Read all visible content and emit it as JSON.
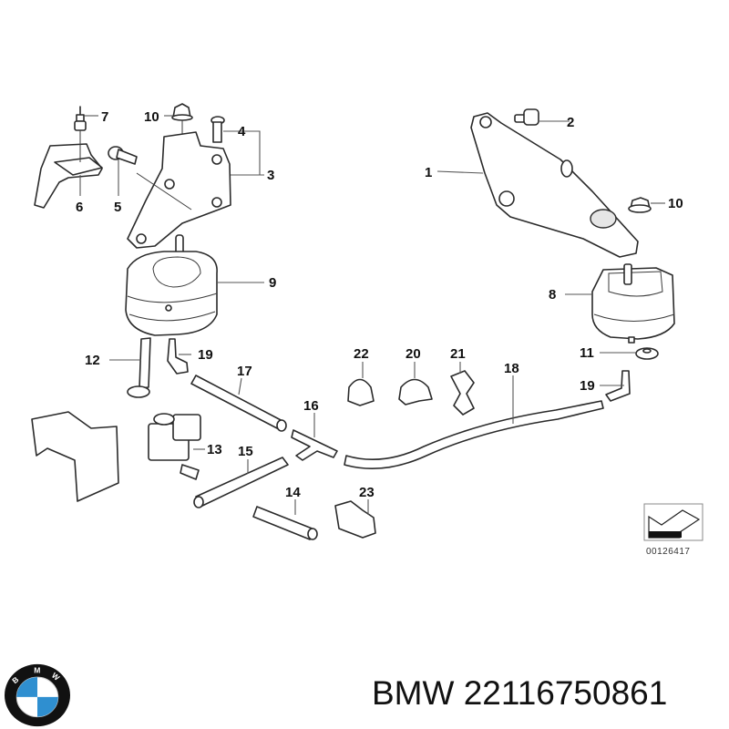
{
  "diagram": {
    "title": "Engine mount / engine suspension parts diagram",
    "callouts": [
      {
        "id": "1",
        "label": "1",
        "part": "engine supporting bracket (right)"
      },
      {
        "id": "2",
        "label": "2",
        "part": "bolt"
      },
      {
        "id": "3",
        "label": "3",
        "part": "engine supporting bracket (left)"
      },
      {
        "id": "4",
        "label": "4",
        "part": "bolt"
      },
      {
        "id": "5",
        "label": "5",
        "part": "bolt"
      },
      {
        "id": "6",
        "label": "6",
        "part": "bracket"
      },
      {
        "id": "7",
        "label": "7",
        "part": "screw"
      },
      {
        "id": "8",
        "label": "8",
        "part": "engine mount (right)"
      },
      {
        "id": "9",
        "label": "9",
        "part": "engine mount (left)"
      },
      {
        "id": "10a",
        "label": "10",
        "part": "nut"
      },
      {
        "id": "10b",
        "label": "10",
        "part": "nut"
      },
      {
        "id": "11",
        "label": "11",
        "part": "nut"
      },
      {
        "id": "12",
        "label": "12",
        "part": "bolt"
      },
      {
        "id": "13",
        "label": "13",
        "part": "solenoid valve"
      },
      {
        "id": "14",
        "label": "14",
        "part": "hose"
      },
      {
        "id": "15",
        "label": "15",
        "part": "hose"
      },
      {
        "id": "16",
        "label": "16",
        "part": "T-connector"
      },
      {
        "id": "17",
        "label": "17",
        "part": "hose"
      },
      {
        "id": "18",
        "label": "18",
        "part": "vacuum pipe"
      },
      {
        "id": "19a",
        "label": "19",
        "part": "angle connector"
      },
      {
        "id": "19b",
        "label": "19",
        "part": "angle connector"
      },
      {
        "id": "20",
        "label": "20",
        "part": "hose clip"
      },
      {
        "id": "21",
        "label": "21",
        "part": "double clip"
      },
      {
        "id": "22",
        "label": "22",
        "part": "clip"
      },
      {
        "id": "23",
        "label": "23",
        "part": "quadruple clip"
      }
    ],
    "doc_number": "00126417"
  },
  "brand": {
    "name": "BMW",
    "part_number": "22116750861",
    "full_title": "BMW 22116750861",
    "logo_letters": [
      "B",
      "M",
      "W"
    ],
    "logo_colors": {
      "blue": "#2f8fd0",
      "white": "#ffffff",
      "ring": "#111111"
    }
  }
}
